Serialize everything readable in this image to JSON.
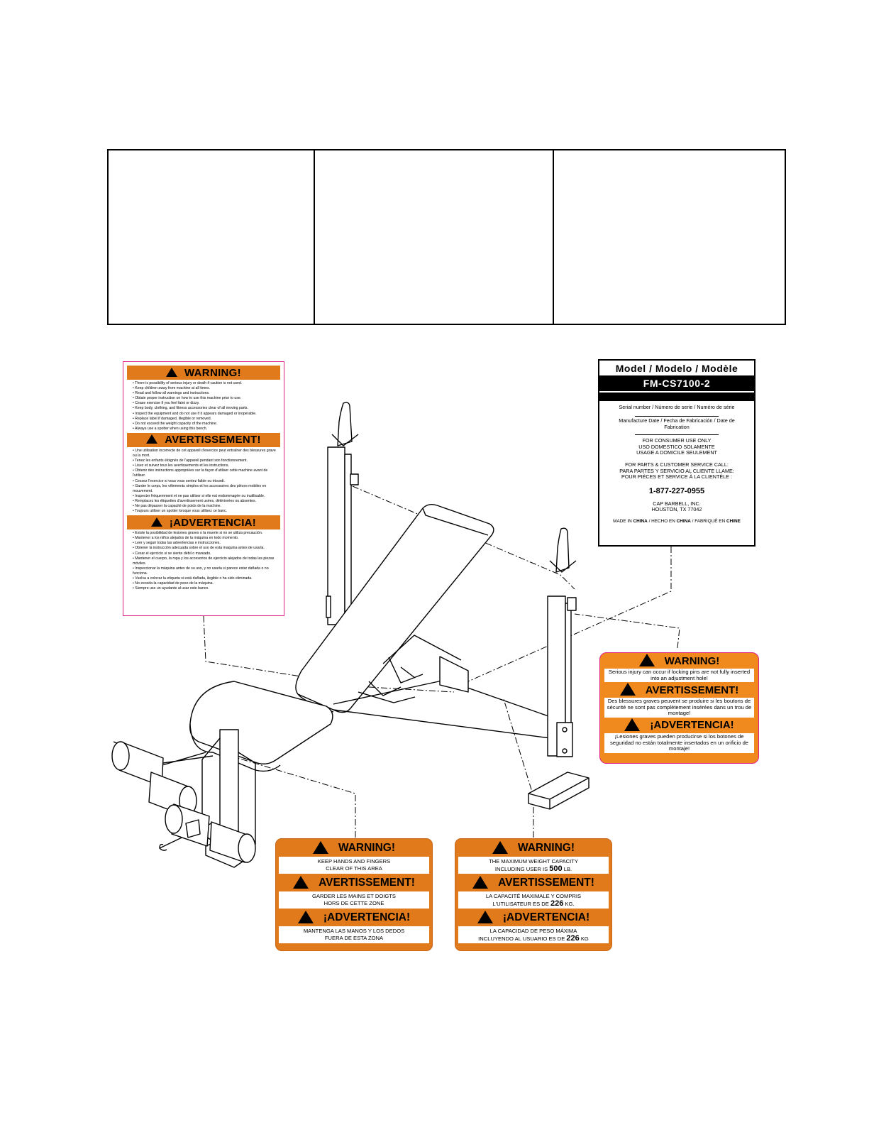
{
  "big_label": {
    "sections": [
      {
        "heading": "WARNING!",
        "items": [
          "There is possibility of serious injury or death if caution is not used.",
          "Keep children away from machine at all times.",
          "Read and follow all warnings and instructions.",
          "Obtain proper instruction on how to use this machine prior to use.",
          "Cease exercise if you feel faint or dizzy.",
          "Keep body, clothing, and fitness accessories clear of all moving parts.",
          "Inspect the equipment and do not use if it appears damaged or inoperable.",
          "Replace label if damaged, illegible or removed.",
          "Do not exceed the weight capacity of the machine.",
          "Always use a spotter when using this bench."
        ]
      },
      {
        "heading": "AVERTISSEMENT!",
        "items": [
          "Une utilisation incorrecte de cet appareil d'exercice peut entraîner des blessures grave ou la mort.",
          "Tenez les enfants éloignés de l'appareil pendant son fonctionnement.",
          "Lisez et suivez tous les avertissements et les instructions.",
          "Obtenir des instructions appropriées sur la façon d'utiliser cette machine avant de l'utiliser.",
          "Cessez l'exercice si vous vous sentez faible ou étourdi.",
          "Garder le corps, les vêtements simples et les accessoires des pièces mobiles en mouvement.",
          "Inspecter fréquemment et ne pas utiliser si elle est endommagée ou inutilisable.",
          "Remplacez les étiquettes d'avertissement usées, détériorées ou absentes.",
          "Ne pas dépasser la capacité de poids de la machine.",
          "Toujours utiliser un spotter lorsque vous utilisez ce banc."
        ]
      },
      {
        "heading": "¡ADVERTENCIA!",
        "items": [
          "Existe la posibilidad de lesiones graves o la muerte si no se utiliza precaución.",
          "Mantener a los niños alejados de la máquina en todo momento.",
          "Leer y seguir todas las advertencias e instrucciones.",
          "Obtener la instrucción adecuada sobre el uso de esta maquina antes de usarla.",
          "Cesar el ejercicio si se siente débil o mareado.",
          "Mantener el cuerpo, la ropa y los accesorios de ejercicio alejados de todas las piezas móviles.",
          "Inspeccionar la máquina antes de su uso, y no usarla si parece estar dañada o no funciona.",
          "Vuelva a colocar la etiqueta si está dañada, ilegible o ha sido eliminada.",
          "No exceda la capacidad de peso de la máquina.",
          "Siempre use un ayudante al usar este banco."
        ]
      }
    ]
  },
  "model_label": {
    "title": "Model / Modelo / Modèle",
    "model_number": "FM-CS7100-2",
    "serial": "Serial number / Número de serie / Numéro de série",
    "mfg_date": "Manufacture Date / Fecha de Fabricación / Date de Fabrication",
    "consumer_1": "FOR CONSUMER USE ONLY",
    "consumer_2": "USO DOMESTICO SOLAMENTE",
    "consumer_3": "USAGE A DOMICILE SEULEMENT",
    "parts_1": "FOR PARTS & CUSTOMER SERVICE CALL:",
    "parts_2": "PARA PARTES Y SERVICIO AL CLIENTE LLAME:",
    "parts_3": "POUR PIÈCES ET SERVICE À LA CLIENTÈLE :",
    "phone": "1-877-227-0955",
    "company": "CAP BARBELL, INC.",
    "city": "HOUSTON, TX 77042",
    "made_in_1": "MADE IN ",
    "made_in_2": "CHINA",
    "made_in_3": " / HECHO EN ",
    "made_in_4": "CHINA",
    "made_in_5": " / FABRIQUÉ EN ",
    "made_in_6": "CHINE"
  },
  "pins_label": {
    "h1": "WARNING!",
    "t1": "Serious injury can occur if locking pins are not fully inserted into an adjustment hole!",
    "h2": "AVERTISSEMENT!",
    "t2": "Des blessures graves peuvent se produire si les boutons de sécurité ne sont pas complètement insérées dans un trou de montage!",
    "h3": "¡ADVERTENCIA!",
    "t3": "¡Lesiones graves pueden producirse si los botones de seguridad no están totalmente insertados en un orificio de montaje!"
  },
  "hands_label": {
    "h1": "WARNING!",
    "t1a": "KEEP HANDS AND FINGERS",
    "t1b": "CLEAR OF THIS AREA",
    "h2": "AVERTISSEMENT!",
    "t2a": "GARDER LES MAINS ET DOIGTS",
    "t2b": "HORS DE CETTE ZONE",
    "h3": "¡ADVERTENCIA!",
    "t3a": "MANTENGA LAS MANOS Y LOS DEDOS",
    "t3b": "FUERA DE ESTA ZONA"
  },
  "capacity_label": {
    "h1": "WARNING!",
    "t1a": "THE MAXIMUM WEIGHT CAPACITY",
    "t1b": "INCLUDING USER IS ",
    "t1n": "500",
    "t1u": " LB.",
    "h2": "AVERTISSEMENT!",
    "t2a": "LA CAPACITÉ MAXIMALE Y COMPRIS",
    "t2b": "L'UTILISATEUR ES DE ",
    "t2n": "226",
    "t2u": " KG.",
    "h3": "¡ADVERTENCIA!",
    "t3a": "LA CAPACIDAD DE PESO MÁXIMA",
    "t3b": "INCLUYENDO AL USUARIO ES DE ",
    "t3n": "226",
    "t3u": " KG"
  }
}
